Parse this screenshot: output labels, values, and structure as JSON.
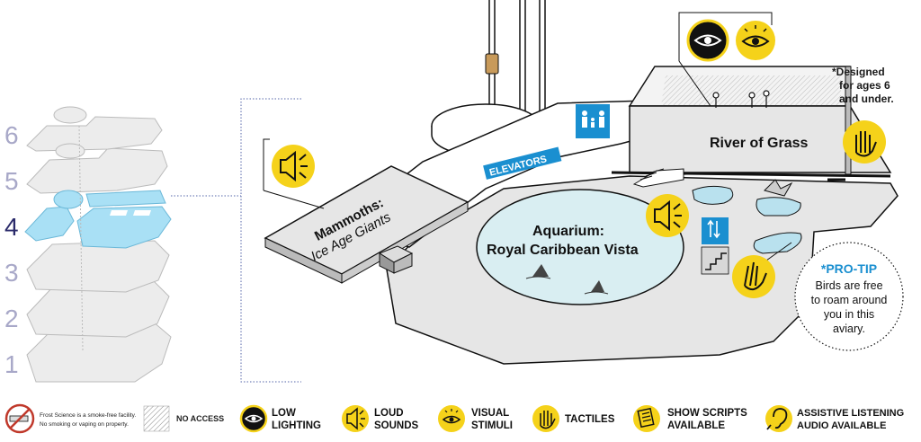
{
  "floors": [
    "6",
    "5",
    "4",
    "3",
    "2",
    "1"
  ],
  "current_floor": "4",
  "labels": {
    "mammoths_line1": "Mammoths:",
    "mammoths_line2": "Ice Age Giants",
    "elevators": "ELEVATORS",
    "aquarium_line1": "Aquarium:",
    "aquarium_line2": "Royal Caribbean Vista",
    "river": "River of Grass",
    "designed_line1": "*Designed",
    "designed_line2": "for ages 6",
    "designed_line3": "and under.",
    "protip_title": "*PRO-TIP",
    "protip_line1": "Birds are free",
    "protip_line2": "to roam around",
    "protip_line3": "you in this",
    "protip_line4": "aviary."
  },
  "legend": {
    "smoke_line1": "Frost Science is a smoke-free facility.",
    "smoke_line2": "No smoking or vaping on property.",
    "no_access": "NO ACCESS",
    "low_lighting_1": "LOW",
    "low_lighting_2": "LIGHTING",
    "loud_sounds_1": "LOUD",
    "loud_sounds_2": "SOUNDS",
    "visual_stimuli_1": "VISUAL",
    "visual_stimuli_2": "STIMULI",
    "tactiles": "TACTILES",
    "show_scripts_1": "SHOW SCRIPTS",
    "show_scripts_2": "AVAILABLE",
    "assistive_1": "ASSISTIVE LISTENING",
    "assistive_2": "AUDIO AVAILABLE"
  },
  "colors": {
    "accent_yellow": "#f5d21a",
    "highlight_blue": "#a9e0f5",
    "sign_blue": "#1a8fd0",
    "floor_grey": "#e6e6e6",
    "floor_number": "#a8a8c8",
    "current_floor_number": "#2a2a6a"
  }
}
